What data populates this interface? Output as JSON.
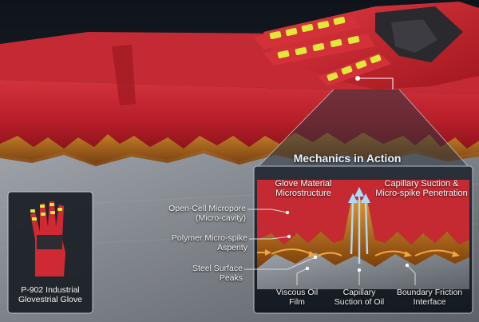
{
  "title": "Mechanics in Action",
  "left_labels": [
    {
      "id": "micropore",
      "lines": [
        "Open-Cell Micropore",
        "(Micro-cavity)"
      ]
    },
    {
      "id": "microspike",
      "lines": [
        "Polymer Micro-spike",
        "Asperity"
      ]
    },
    {
      "id": "peaks",
      "lines": [
        "Steel Surface",
        "Peaks"
      ]
    }
  ],
  "panel_headers": [
    {
      "id": "glove-material",
      "lines": [
        "Glove Material",
        "Microstructure"
      ]
    },
    {
      "id": "capillary-suction-penetration",
      "lines": [
        "Capillary Suction &",
        "Micro-spike Penetration"
      ]
    }
  ],
  "bottom_labels": [
    {
      "id": "viscous-oil",
      "lines": [
        "Viscous Oil",
        "Film"
      ]
    },
    {
      "id": "capillary-suction",
      "lines": [
        "Capillary",
        "Suction of Oil"
      ]
    },
    {
      "id": "boundary-friction",
      "lines": [
        "Boundary Friction",
        "Interface"
      ]
    }
  ],
  "inset_caption": [
    "P-902 Industrial",
    "Glovestrial Glove"
  ],
  "colors": {
    "glove_red": "#c8202a",
    "grip_yellow": "#e2e83a",
    "oil_amber": "#b86a18",
    "steel_gray": "#8a8e94",
    "panel_dark": "#1b222b",
    "accent_blue": "#9fd3ff"
  }
}
